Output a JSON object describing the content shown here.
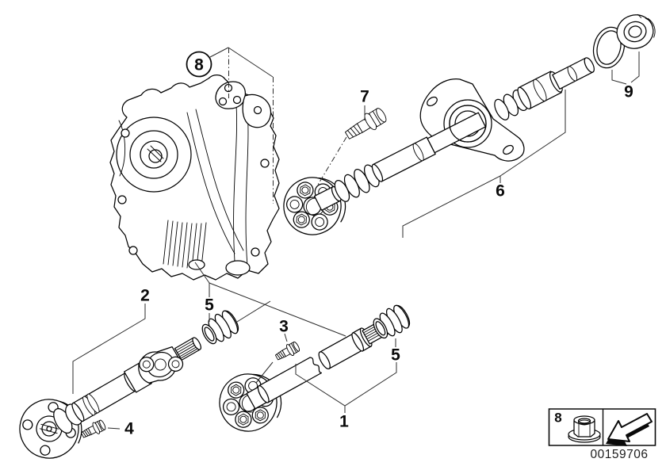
{
  "callouts": {
    "c1": {
      "label": "1"
    },
    "c2": {
      "label": "2"
    },
    "c3": {
      "label": "3"
    },
    "c4": {
      "label": "4"
    },
    "c5a": {
      "label": "5"
    },
    "c5b": {
      "label": "5"
    },
    "c6": {
      "label": "6"
    },
    "c7": {
      "label": "7"
    },
    "c8": {
      "label": "8",
      "circled": true
    },
    "c9": {
      "label": "9"
    }
  },
  "legend": {
    "ref_label": "8",
    "icon": "flange-nut-icon",
    "arrow_icon": "adjoining-diagram-arrow-icon"
  },
  "footer": {
    "document_number": "00159706"
  },
  "colors": {
    "line": "#000000",
    "background": "#ffffff"
  }
}
